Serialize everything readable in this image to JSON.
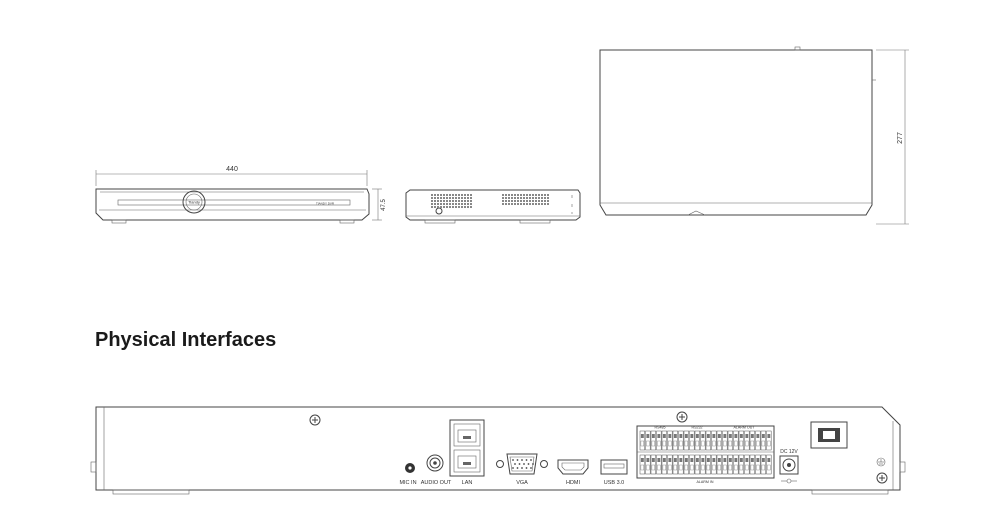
{
  "section": {
    "title": "Physical Interfaces"
  },
  "dimensions": {
    "width": "440",
    "height": "47.5",
    "depth": "277"
  },
  "front_panel": {
    "badge": "Tiandy",
    "strip_text": "TIANDY DVR"
  },
  "back_panel": {
    "ports": {
      "mic_in": "MIC IN",
      "audio_out": "AUDIO OUT",
      "lan": "LAN",
      "vga": "VGA",
      "hdmi": "HDMI",
      "usb": "USB 3.0",
      "dc": "DC 12V"
    },
    "terminal_groups": {
      "rs485": "RS485",
      "rs232": "RS232",
      "alarm_out": "ALARM OUT",
      "alarm_in": "ALARM IN"
    }
  },
  "colors": {
    "line": "#444444",
    "background": "#ffffff",
    "title": "#1a1a1a"
  }
}
